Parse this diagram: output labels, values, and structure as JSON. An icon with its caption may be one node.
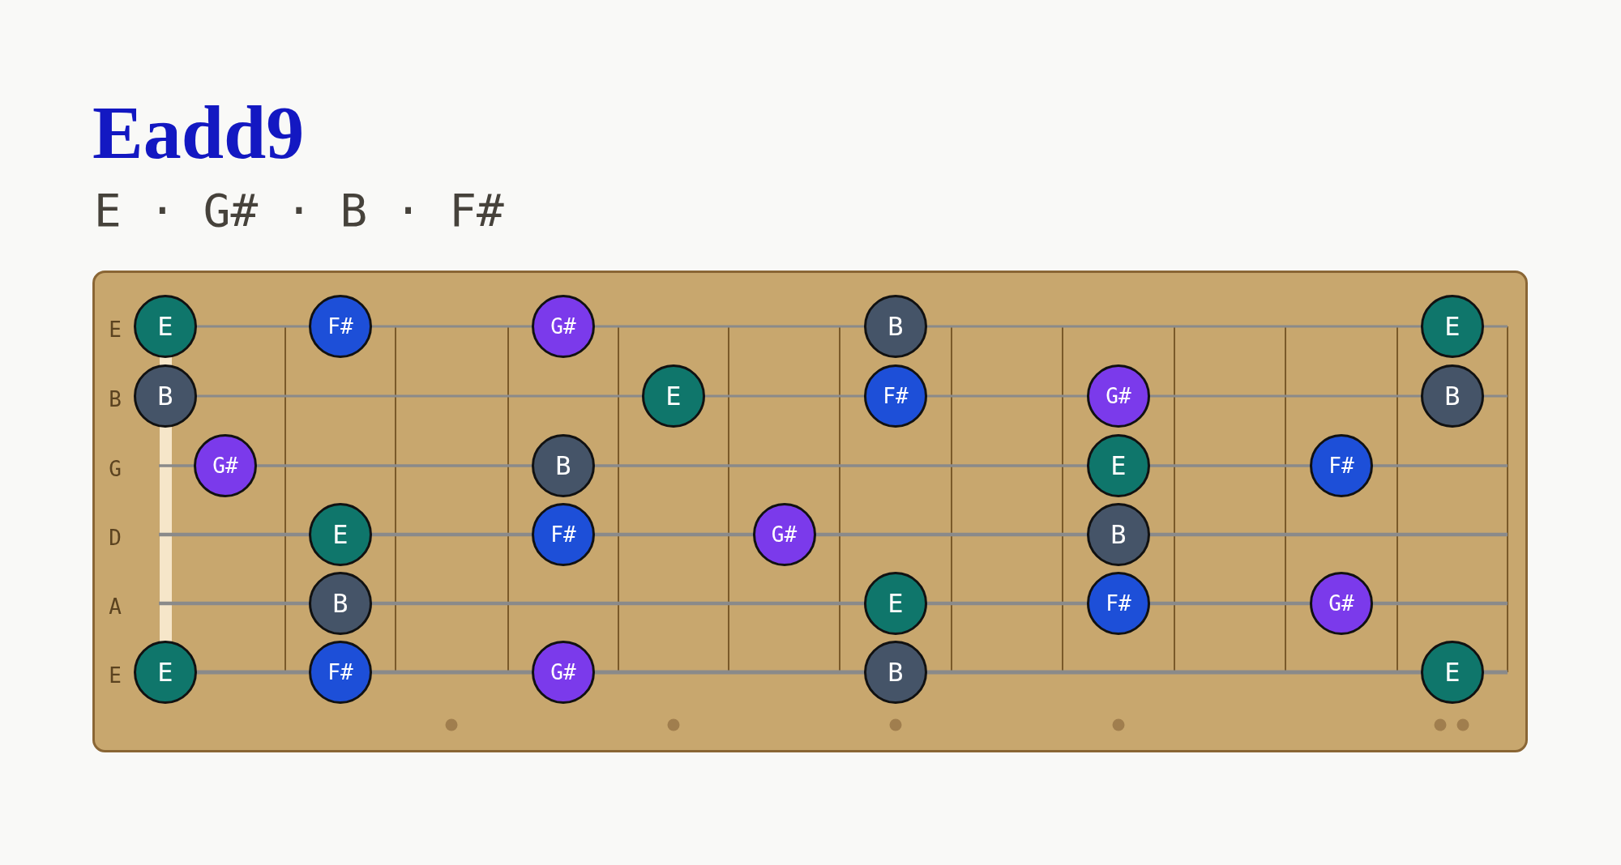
{
  "diagram": {
    "title": "Eadd9",
    "nodes": [
      {
        "text": [
          "E"
        ]
      },
      {
        "text": [
          "F#"
        ]
      },
      {
        "text": [
          "G#"
        ]
      },
      {
        "text": [
          "B"
        ]
      },
      {
        "text": [
          "E"
        ]
      },
      {
        "text": [
          "B"
        ]
      },
      {
        "text": [
          "E"
        ]
      },
      {
        "text": [
          "F#"
        ]
      },
      {
        "text": [
          "G#"
        ]
      },
      {
        "text": [
          "B"
        ]
      },
      {
        "text": [
          "G#"
        ]
      },
      {
        "text": [
          "B"
        ]
      },
      {
        "text": [
          "E"
        ]
      },
      {
        "text": [
          "F#"
        ]
      },
      {
        "text": [
          "E"
        ]
      },
      {
        "text": [
          "F#"
        ]
      },
      {
        "text": [
          "G#"
        ]
      },
      {
        "text": [
          "B"
        ]
      },
      {
        "text": [
          "B"
        ]
      },
      {
        "text": [
          "E"
        ]
      },
      {
        "text": [
          "F#"
        ]
      },
      {
        "text": [
          "G#"
        ]
      },
      {
        "text": [
          "E"
        ]
      },
      {
        "text": [
          "F#"
        ]
      },
      {
        "text": [
          "G#"
        ]
      },
      {
        "text": [
          "B"
        ]
      },
      {
        "text": [
          "E"
        ]
      }
    ],
    "labels": [
      "E · G# · B · F#",
      "E",
      "B",
      "G",
      "D",
      "A",
      "E"
    ]
  }
}
